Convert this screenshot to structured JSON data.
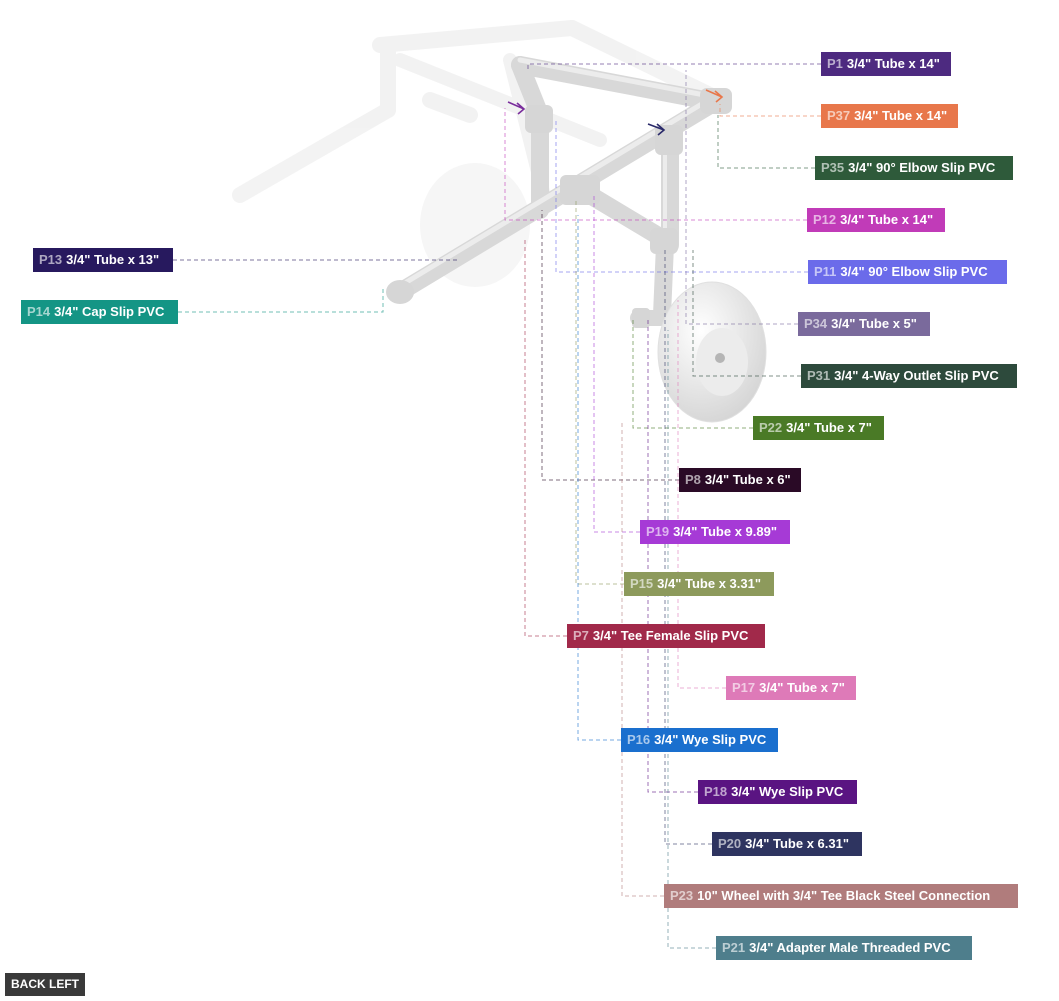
{
  "view_button": "BACK LEFT",
  "parts": [
    {
      "id": "P1",
      "desc": "3/4\" Tube x 14\"",
      "color": "#4d2a80"
    },
    {
      "id": "P37",
      "desc": "3/4\" Tube x 14\"",
      "color": "#e8774b"
    },
    {
      "id": "P35",
      "desc": "3/4\" 90° Elbow Slip PVC",
      "color": "#2e5a3a"
    },
    {
      "id": "P12",
      "desc": "3/4\" Tube x 14\"",
      "color": "#c13bb8"
    },
    {
      "id": "P13",
      "desc": "3/4\" Tube x 13\"",
      "color": "#27195e"
    },
    {
      "id": "P11",
      "desc": "3/4\" 90° Elbow Slip PVC",
      "color": "#6b6bea"
    },
    {
      "id": "P14",
      "desc": "3/4\" Cap Slip PVC",
      "color": "#149585"
    },
    {
      "id": "P34",
      "desc": "3/4\" Tube x 5\"",
      "color": "#7a6a9c"
    },
    {
      "id": "P31",
      "desc": "3/4\" 4-Way Outlet Slip PVC",
      "color": "#2d4a3c"
    },
    {
      "id": "P22",
      "desc": "3/4\" Tube x 7\"",
      "color": "#4a7a26"
    },
    {
      "id": "P8",
      "desc": "3/4\" Tube x 6\"",
      "color": "#2a0a26"
    },
    {
      "id": "P19",
      "desc": "3/4\" Tube x 9.89\"",
      "color": "#a63ad6"
    },
    {
      "id": "P15",
      "desc": "3/4\" Tube x 3.31\"",
      "color": "#8d9a5c"
    },
    {
      "id": "P7",
      "desc": "3/4\" Tee Female Slip PVC",
      "color": "#a1294a"
    },
    {
      "id": "P17",
      "desc": "3/4\" Tube x 7\"",
      "color": "#de7ab8"
    },
    {
      "id": "P16",
      "desc": "3/4\" Wye Slip PVC",
      "color": "#1a6fce"
    },
    {
      "id": "P18",
      "desc": "3/4\" Wye Slip PVC",
      "color": "#5a1482"
    },
    {
      "id": "P20",
      "desc": "3/4\" Tube x 6.31\"",
      "color": "#2e3460"
    },
    {
      "id": "P23",
      "desc": "10\" Wheel with 3/4\" Tee Black Steel Connection",
      "color": "#b07c7c"
    },
    {
      "id": "P21",
      "desc": "3/4\" Adapter Male Threaded PVC",
      "color": "#4e7e8c"
    }
  ]
}
